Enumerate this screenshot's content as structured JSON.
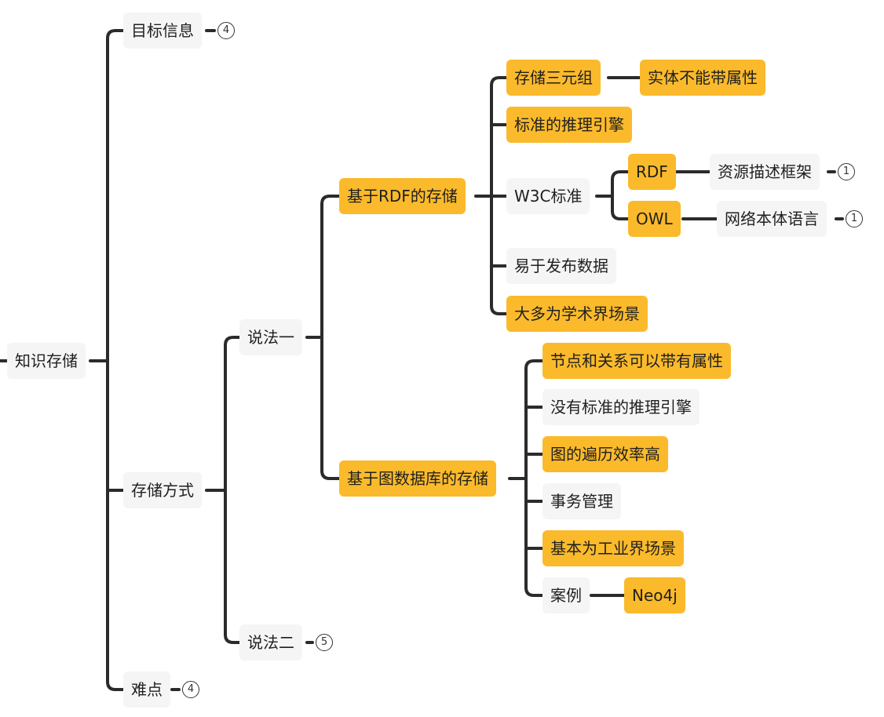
{
  "mindmap": {
    "root": "知识存储",
    "branches": {
      "goal": {
        "label": "目标信息",
        "collapsed_count": "4"
      },
      "storage": {
        "label": "存储方式"
      },
      "difficulty": {
        "label": "难点",
        "collapsed_count": "4"
      }
    },
    "view1": {
      "label": "说法一",
      "rdf": {
        "label": "基于RDF的存储",
        "triples": {
          "label": "存储三元组",
          "child": "实体不能带属性"
        },
        "inference": "标准的推理引擎",
        "w3c": {
          "label": "W3C标准",
          "rdf": {
            "label": "RDF",
            "child": "资源描述框架",
            "collapsed_count": "1"
          },
          "owl": {
            "label": "OWL",
            "child": "网络本体语言",
            "collapsed_count": "1"
          }
        },
        "publish": "易于发布数据",
        "academic": "大多为学术界场景"
      },
      "graphdb": {
        "label": "基于图数据库的存储",
        "attrs": "节点和关系可以带有属性",
        "no_inference": "没有标准的推理引擎",
        "traversal": "图的遍历效率高",
        "transactions": "事务管理",
        "industry": "基本为工业界场景",
        "cases": {
          "label": "案例",
          "child": "Neo4j"
        }
      }
    },
    "view2": {
      "label": "说法二",
      "collapsed_count": "5"
    }
  },
  "colors": {
    "highlight": "#fbba2b",
    "plain": "#f5f5f5",
    "line": "#2b2b2b"
  }
}
